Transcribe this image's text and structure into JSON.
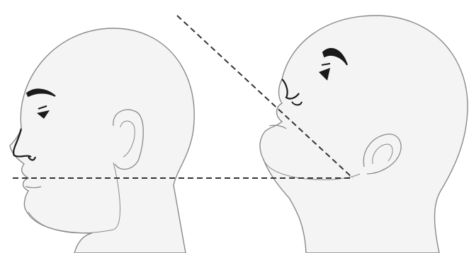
{
  "figure": {
    "panels": [
      {
        "id": "neutral",
        "description_visible": false
      },
      {
        "id": "extended",
        "description_visible": false
      }
    ],
    "colors": {
      "background": "#ffffff",
      "skin": "#f4f4f4",
      "outline": "#8a8a8a",
      "feature": "#1a1a1a",
      "guide_line": "#333333"
    },
    "guide_lines": {
      "style": "dashed",
      "count": 2
    }
  }
}
